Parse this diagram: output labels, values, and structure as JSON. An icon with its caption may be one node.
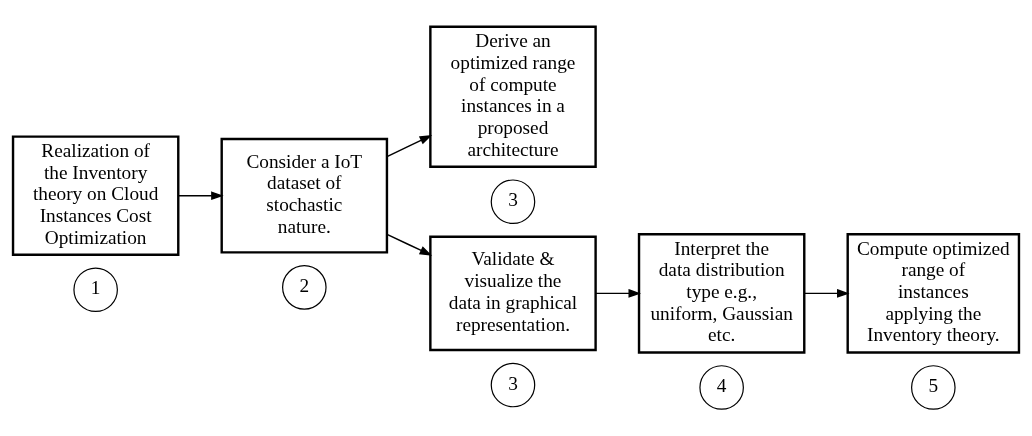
{
  "diagram": {
    "nodes": [
      {
        "text": [
          "Realization of the Inventory theory on Cloud Instances Cost Optimization"
        ]
      },
      {
        "text": [
          "1"
        ]
      },
      {
        "text": [
          "Consider a IoT dataset of stochastic nature."
        ]
      },
      {
        "text": [
          "2"
        ]
      },
      {
        "text": [
          "Derive an optimized range of compute instances in a proposed architecture"
        ]
      },
      {
        "text": [
          "3"
        ]
      },
      {
        "text": [
          "Validate & visualize the data in graphical representation."
        ]
      },
      {
        "text": [
          "3"
        ]
      },
      {
        "text": [
          "Interpret the data distribution type e.g., uniform, Gaussian etc."
        ]
      },
      {
        "text": [
          "4"
        ]
      },
      {
        "text": [
          "Compute optimized range of instances applying the Inventory theory."
        ]
      },
      {
        "text": [
          "5"
        ]
      }
    ],
    "edges": [
      {
        "from": 0,
        "to": 2,
        "arrow": "to"
      },
      {
        "from": 2,
        "to": 4,
        "arrow": "to"
      },
      {
        "from": 2,
        "to": 6,
        "arrow": "to"
      },
      {
        "from": 6,
        "to": 8,
        "arrow": "to"
      },
      {
        "from": 8,
        "to": 10,
        "arrow": "to"
      }
    ]
  }
}
